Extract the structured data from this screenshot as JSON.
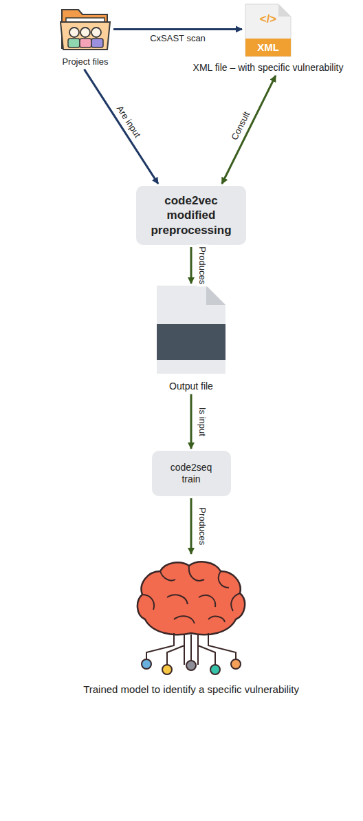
{
  "diagram": {
    "nodes": [
      {
        "text": [
          "Project files"
        ]
      },
      {
        "text": [
          "</>",
          "XML",
          "XML file – with specific vulnerability"
        ]
      },
      {
        "text": [
          "code2vec modified preprocessing"
        ]
      },
      {
        "text": [
          "Output file"
        ]
      },
      {
        "text": [
          "code2seq train"
        ]
      },
      {
        "text": [
          "Trained model to identify a specific vulnerability"
        ]
      }
    ],
    "edges": [
      {
        "from": 0,
        "to": 1,
        "label": "CxSAST scan",
        "arrow": "to"
      },
      {
        "from": 0,
        "to": 2,
        "label": "Are input",
        "arrow": "to"
      },
      {
        "from": 2,
        "to": 1,
        "label": "Consult",
        "arrow": "both"
      },
      {
        "from": 2,
        "to": 3,
        "label": "Produces",
        "arrow": "to"
      },
      {
        "from": 3,
        "to": 4,
        "label": "Is input",
        "arrow": "to"
      },
      {
        "from": 4,
        "to": 5,
        "label": "Produces",
        "arrow": "to"
      }
    ]
  }
}
